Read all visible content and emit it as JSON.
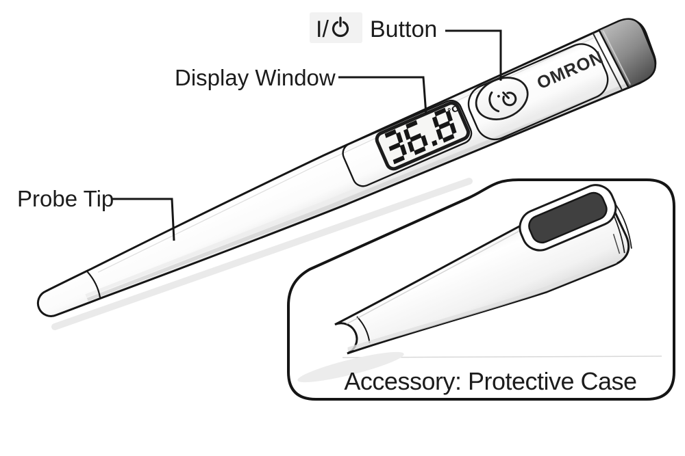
{
  "labels": {
    "power_button": {
      "key": "I/",
      "name": "Button"
    },
    "display_window": "Display Window",
    "probe_tip": "Probe Tip"
  },
  "inset": {
    "caption": "Accessory: Protective Case"
  },
  "device": {
    "brand": "OMRON",
    "display": {
      "value": "36.8",
      "unit": "°C"
    }
  },
  "icons": {
    "power_icon": "power-symbol"
  },
  "colors": {
    "outline": "#161616",
    "lcd_digits": "#161616",
    "lcd_bg": "#f6f6f4",
    "key_box_bg": "#f2f2f2",
    "opening_dark": "#404040",
    "cap_light": "#b8b8b8",
    "cap_dark": "#4c4c4c",
    "shadow": "#e3e3e3",
    "faint_line": "#d8d8d8"
  }
}
